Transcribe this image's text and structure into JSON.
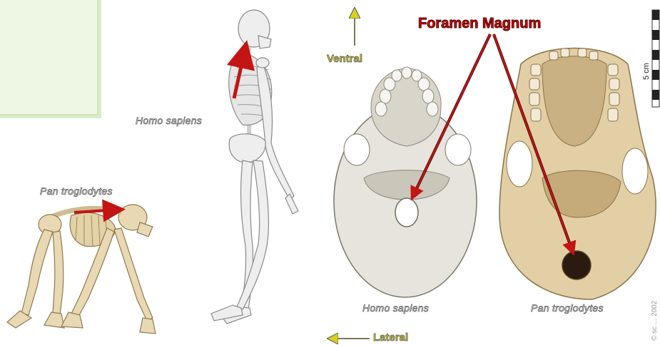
{
  "labels": {
    "title": "Foramen Magnum",
    "ventral": "Ventral",
    "lateral": "Lateral",
    "homo_sapiens_skeleton": "Homo sapiens",
    "pan_troglodytes_skeleton": "Pan troglodytes",
    "homo_sapiens_skull": "Homo sapiens",
    "pan_troglodytes_skull": "Pan troglodytes",
    "scale": "5 cm",
    "watermark": "© sc ... 2002"
  },
  "colors": {
    "arrow_red": "#c41414",
    "direction_yellow": "#c7c01a",
    "bone": "#ece4cf",
    "green_panel": "#eef6e4"
  },
  "icons": [
    "ventral-arrow-icon",
    "lateral-arrow-icon",
    "scale-bar-icon"
  ]
}
